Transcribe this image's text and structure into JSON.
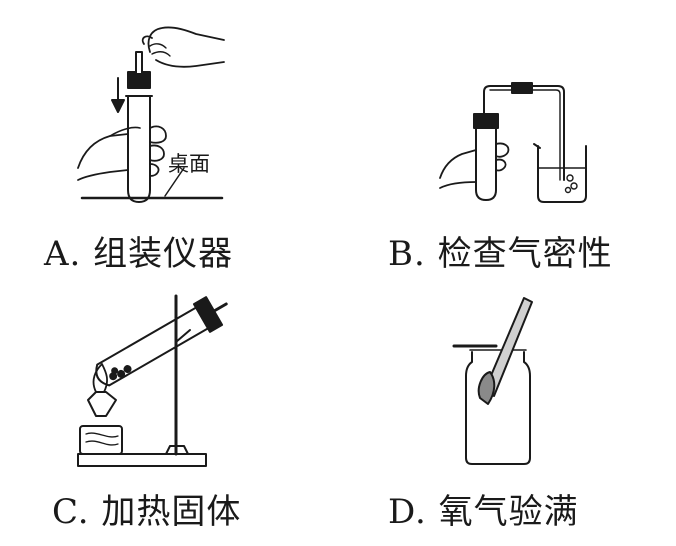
{
  "panels": [
    {
      "caption": "A. 组装仪器",
      "annotation": "桌面"
    },
    {
      "caption": "B. 检查气密性"
    },
    {
      "caption": "C. 加热固体"
    },
    {
      "caption": "D. 氧气验满"
    }
  ]
}
